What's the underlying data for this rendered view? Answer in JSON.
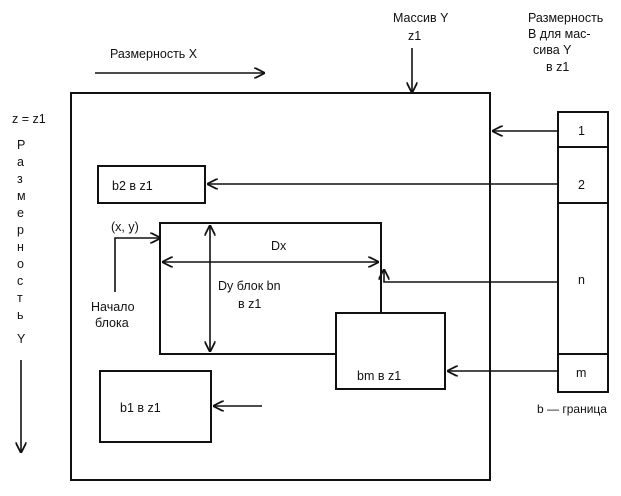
{
  "labels": {
    "massive_y": "Массив Y",
    "massive_y_z": "z1",
    "dim_b_lines": [
      "Размерность",
      "B для мас-",
      "сива Y",
      "в z1"
    ],
    "dim_x": "Размерность X",
    "z_eq": "z = z1",
    "dim_y_vertical": [
      "Р",
      "а",
      "з",
      "м",
      "е",
      "р",
      "н",
      "о",
      "с",
      "т",
      "ь",
      "Y"
    ],
    "b2": "b2 в z1",
    "xy": "(x, y)",
    "dx": "Dx",
    "dy_lines": [
      "Dy блок bn",
      "в z1"
    ],
    "block_start_lines": [
      "Начало",
      "блока"
    ],
    "bm": "bm в z1",
    "b1": "b1 в z1",
    "b_border": "b — граница"
  },
  "column_cells": [
    "1",
    "2",
    "n",
    "m"
  ]
}
